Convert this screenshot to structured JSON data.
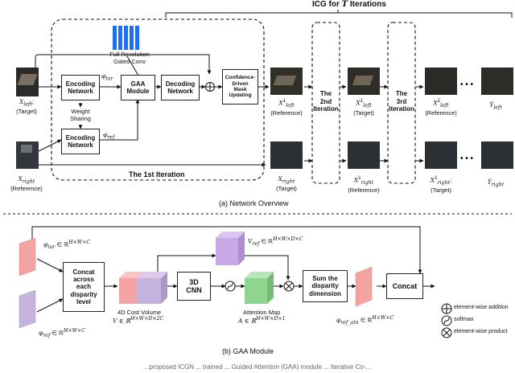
{
  "top": {
    "icg_title": "ICG for ",
    "icg_T": "T",
    "icg_suffix": " Iterations",
    "full_res_label_1": "Full Resolution",
    "full_res_label_2": "Gated Conv",
    "enc1": "Encoding\nNetwork",
    "enc2": "Encoding\nNetwork",
    "gaa": "GAA\nModule",
    "dec": "Decoding\nNetwork",
    "mask": "Confidence-\nDriven\nMask\nUpdating",
    "weight_sharing": "Weight\nSharing",
    "phi_tar": "φ",
    "phi_tar_sub": "tar",
    "phi_ref": "φ",
    "phi_ref_sub": "ref",
    "first_iter": "The 1st Iteration",
    "second_iter": "The\n2nd\nIteration",
    "third_iter": "The\n3rd\nIteration",
    "x_left_in": "X",
    "x_left_in_sub": "left",
    "x_left_in_note": "(Target)",
    "x_right_in": "X",
    "x_right_in_sub": "right",
    "x_right_in_note": "(Reference)",
    "out1_top": "X",
    "out1_top_sub": "left",
    "out1_top_sup": "1",
    "out1_top_note": "(Reference)",
    "out1_bot": "X",
    "out1_bot_sub": "right",
    "out1_bot_note": "(Target)",
    "out2_top": "X",
    "out2_top_sub": "left",
    "out2_top_sup": "1",
    "out2_top_note": "(Target)",
    "out2_bot": "X",
    "out2_bot_sub": "right",
    "out2_bot_sup": "1",
    "out2_bot_note": "(Reference)",
    "out3_top": "X",
    "out3_top_sub": "left",
    "out3_top_sup": "2",
    "out3_top_note": "(Reference)",
    "out3_bot": "X",
    "out3_bot_sub": "right",
    "out3_bot_sup": "1",
    "out3_bot_note": "(Target)",
    "final_top": "Ŷ",
    "final_top_sub": "left",
    "final_bot": "Ŷ",
    "final_bot_sub": "right",
    "ellipsis": "• • •",
    "caption": "(a) Network Overview"
  },
  "bottom": {
    "phi_tar": "φ",
    "phi_tar_sub": "tar",
    "phi_tar_space": " ∈ ℝ",
    "phi_tar_sup": "H×W×C",
    "phi_ref": "φ",
    "phi_ref_sub": "ref",
    "phi_ref_space": " ∈ ℝ",
    "phi_ref_sup": "H×W×C",
    "concat_box": "Concat\nacross\neach\ndisparity\nlevel",
    "cost_volume_1": "4D Cost Volume",
    "cost_volume_2_pre": "V ∈ ℝ",
    "cost_volume_2_sup": "H×W×D×2C",
    "cnn3d": "3D\nCNN",
    "vref_pre": "V",
    "vref_sub": "ref",
    "vref_mid": " ∈ ℝ",
    "vref_sup": "H×W×D×C",
    "attention_1": "Attention Map",
    "attention_2_pre": "A ∈ ℝ",
    "attention_2_sup": "H×W×D×1",
    "sum_box": "Sum the\ndisparity\ndimension",
    "phi_refatn": "φ",
    "phi_refatn_sub": "ref_atn",
    "phi_refatn_space": " ∈ ℝ",
    "phi_refatn_sup": "H×W×C",
    "concat2": "Concat",
    "legend_add": "element-wise addition",
    "legend_softmax": "softmax",
    "legend_prod": "element-wise product",
    "caption": "(b) GAA Module"
  },
  "colors": {
    "gated_conv": "#1e6ef0",
    "phi_tar_red": "#f4a3a3",
    "phi_ref_purple": "#c6b3dd",
    "attention_green": "#8fd48f",
    "vref_purple": "#c8a9e6"
  },
  "bottom_caption_fragment": "...proposed ICGN ... trained ... Guided Attention (GAA) module ... Iterative Co-..."
}
